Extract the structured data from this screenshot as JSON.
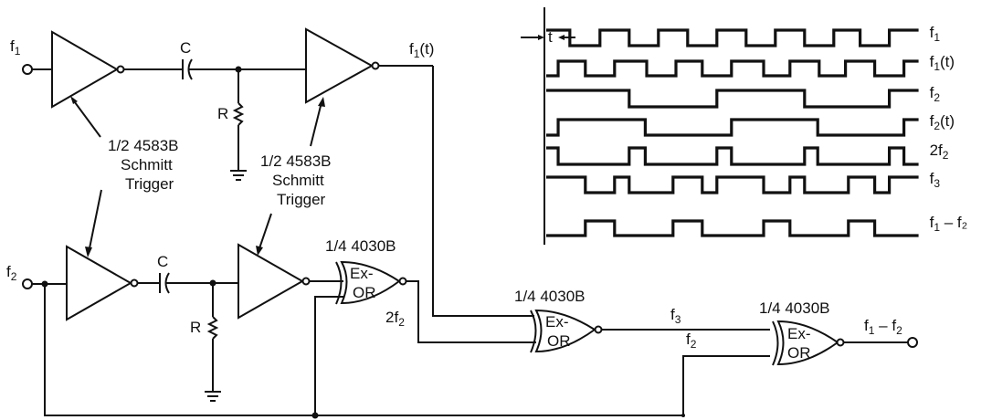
{
  "circuit": {
    "inputs": [
      {
        "id": "f1",
        "label": "f",
        "sub": "1"
      },
      {
        "id": "f2",
        "label": "f",
        "sub": "2"
      }
    ],
    "components": {
      "capacitor_label": "C",
      "resistor_label": "R",
      "schmitt_part": "1/2 4583B",
      "schmitt_line2": "Schmitt",
      "schmitt_line3": "Trigger",
      "xor_part": "1/4 4030B",
      "xor_line1": "Ex-",
      "xor_line2": "OR"
    },
    "nets": {
      "f1t": {
        "label": "f",
        "sub": "1",
        "suffix": "(t)"
      },
      "two_f2": {
        "prefix": "2f",
        "sub": "2"
      },
      "f3": {
        "label": "f",
        "sub": "3"
      },
      "f2": {
        "label": "f",
        "sub": "2"
      },
      "output": {
        "a": "f",
        "a_sub": "1",
        "op": " – ",
        "b": "f",
        "b_sub": "2"
      }
    }
  },
  "timing": {
    "delay_label": "t",
    "duration": 12.8,
    "signals": [
      {
        "name": "f1",
        "label": "f",
        "sub": "1",
        "suffix": "",
        "start": 1,
        "edges": [
          0.87,
          1.9,
          2.9,
          3.9,
          4.9,
          5.9,
          6.9,
          7.9,
          8.9,
          9.9,
          10.8,
          11.8
        ]
      },
      {
        "name": "f1t",
        "label": "f",
        "sub": "1",
        "suffix": "(t)",
        "start": 0,
        "edges": [
          0.47,
          1.4,
          2.4,
          3.5,
          4.5,
          5.4,
          6.4,
          7.5,
          8.4,
          9.4,
          10.3,
          11.3,
          12.3
        ]
      },
      {
        "name": "f2",
        "label": "f",
        "sub": "2",
        "suffix": "",
        "start": 1,
        "edges": [
          2.9,
          5.9,
          8.9,
          11.8
        ]
      },
      {
        "name": "f2t",
        "label": "f",
        "sub": "2",
        "suffix": "(t)",
        "start": 0,
        "edges": [
          0.47,
          3.45,
          6.4,
          9.35,
          12.3
        ]
      },
      {
        "name": "2f2",
        "label": "2f",
        "sub": "2",
        "suffix": "",
        "start": 1,
        "edges": [
          0.47,
          2.9,
          3.45,
          5.9,
          6.4,
          8.9,
          9.35,
          11.8,
          12.3
        ]
      },
      {
        "name": "f3",
        "label": "f",
        "sub": "3",
        "suffix": "",
        "start": 1,
        "edges": [
          1.4,
          2.4,
          2.9,
          4.4,
          5.4,
          5.9,
          7.5,
          8.4,
          8.9,
          10.4,
          11.3,
          11.8
        ]
      },
      {
        "name": "f1-f2",
        "label": "f",
        "sub": "1",
        "suffix": " – f₂",
        "start": 0,
        "edges": [
          1.4,
          2.4,
          4.4,
          5.4,
          7.5,
          8.4,
          10.4,
          11.3
        ]
      }
    ]
  }
}
